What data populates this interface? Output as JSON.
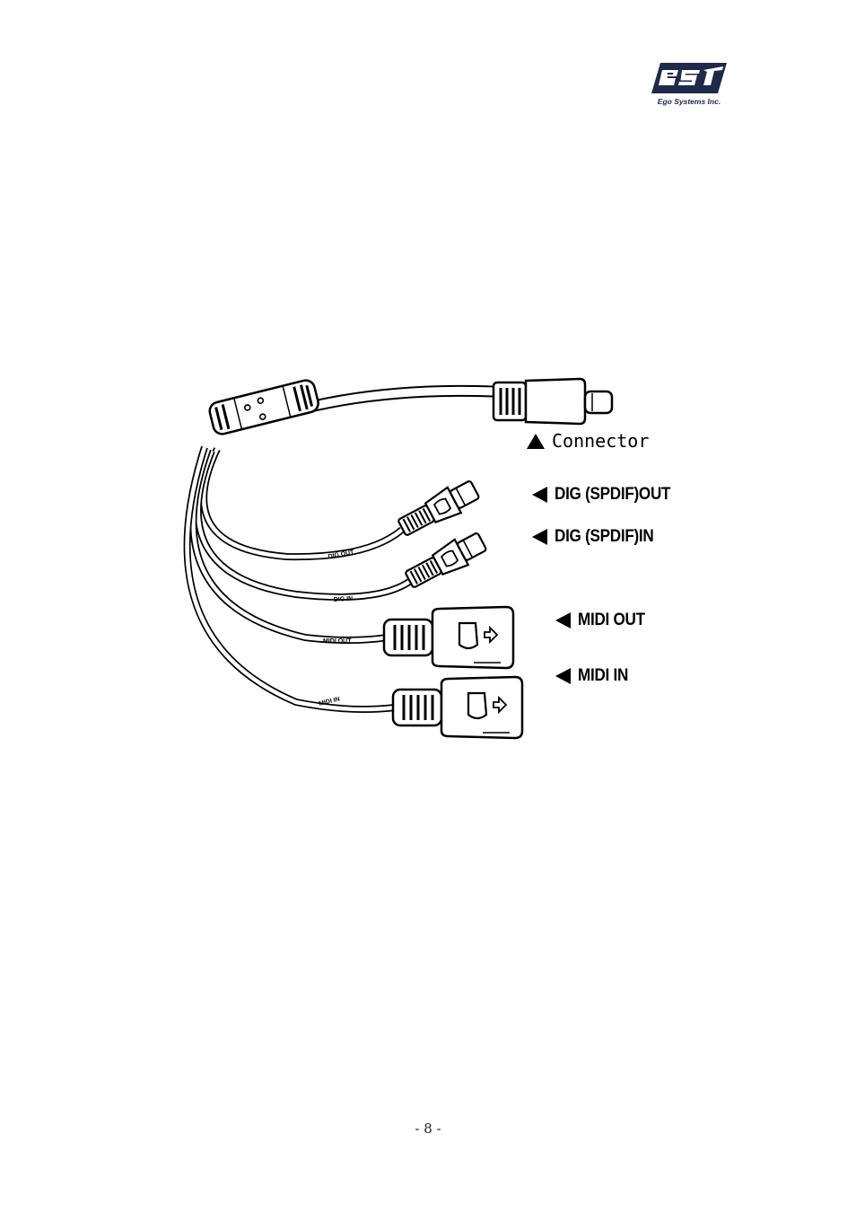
{
  "logo": {
    "caption": "Ego Systems Inc.",
    "icon": "esi-logo-icon",
    "color": "#1f2a4a"
  },
  "figure": {
    "cable_labels": {
      "dig_out": "DIG OUT",
      "dig_in": "DIG IN",
      "midi_out": "MIDI OUT",
      "midi_in": "MIDI IN"
    }
  },
  "callouts": {
    "connector": "Connector",
    "dig_out": "DIG (SPDIF)OUT",
    "dig_in": "DIG (SPDIF)IN",
    "midi_out": "MIDI OUT",
    "midi_in": "MIDI IN"
  },
  "footer": {
    "page_number": "- 8 -"
  }
}
